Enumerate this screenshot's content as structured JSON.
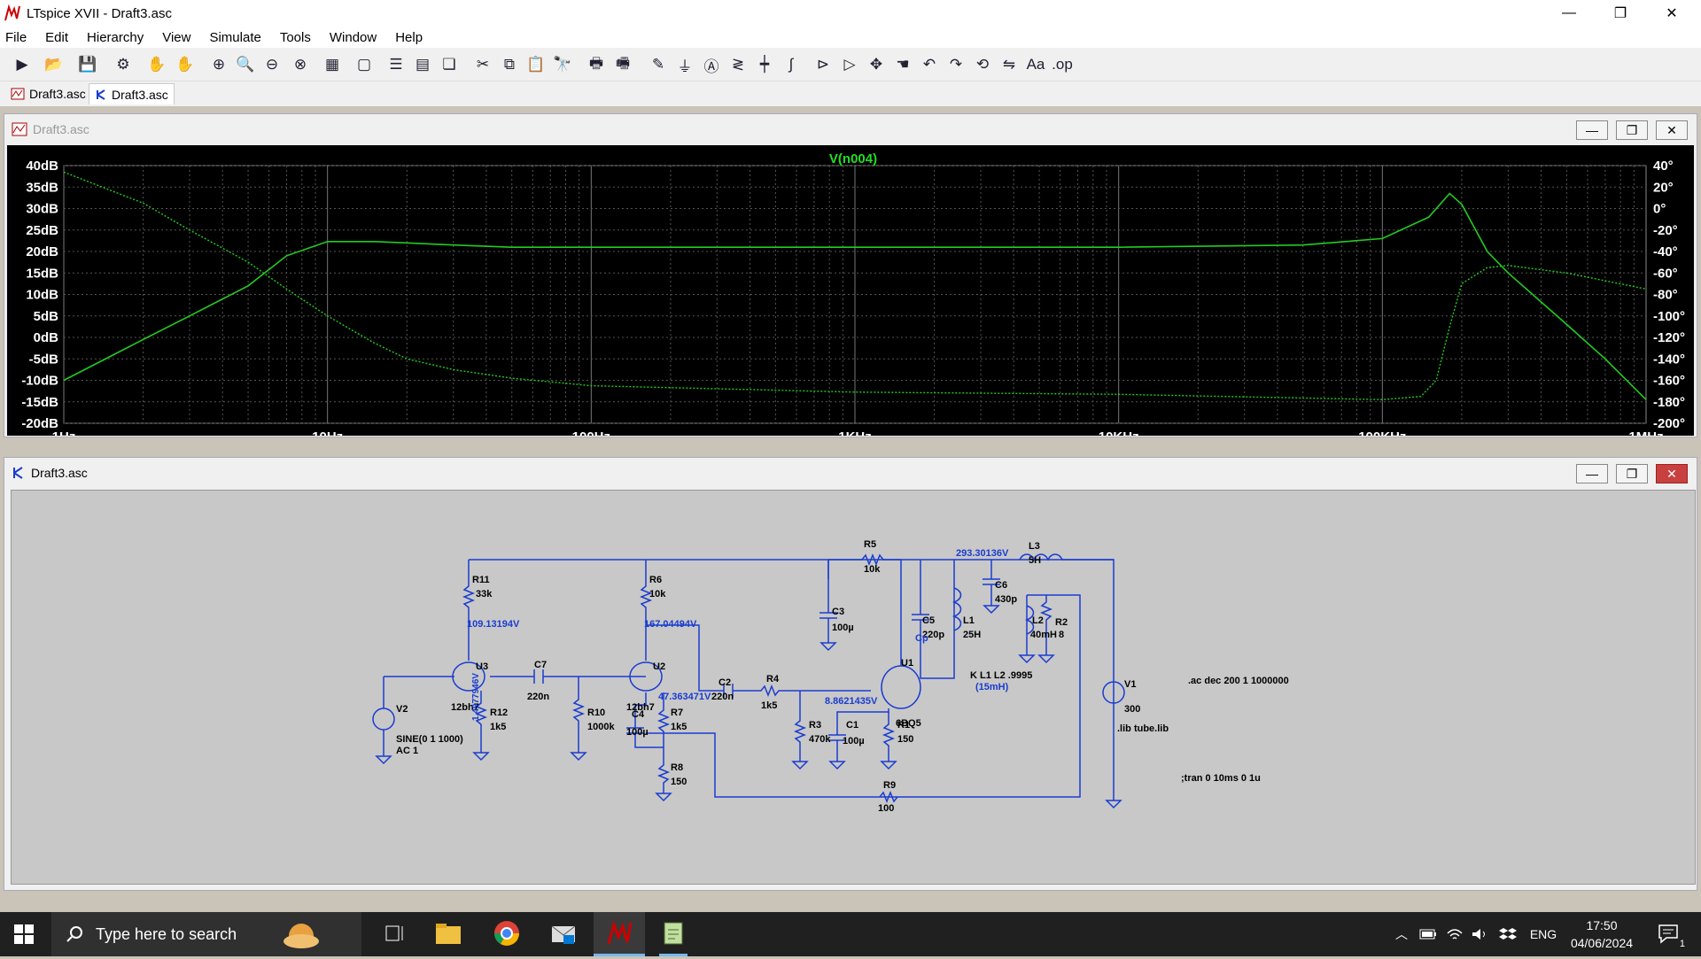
{
  "app": {
    "title": "LTspice XVII - Draft3.asc"
  },
  "window_controls": {
    "minimize": "—",
    "restore": "❐",
    "close": "✕"
  },
  "menu": [
    "File",
    "Edit",
    "Hierarchy",
    "View",
    "Simulate",
    "Tools",
    "Window",
    "Help"
  ],
  "toolbar_icons": [
    "run-icon",
    "open-icon",
    "save-icon",
    "control-panel-icon",
    "halt-icon",
    "pan-icon",
    "zoom-in-icon",
    "zoom-area-icon",
    "zoom-out-icon",
    "zoom-fit-icon",
    "autorange-icon",
    "markers-icon",
    "tile-h-icon",
    "tile-v-icon",
    "cascade-icon",
    "cut-icon",
    "copy-icon",
    "paste-icon",
    "find-icon",
    "print-icon",
    "print-preview-icon",
    "draw-wire-icon",
    "ground-icon",
    "label-net-icon",
    "resistor-icon",
    "capacitor-icon",
    "inductor-icon",
    "diode-icon",
    "component-icon",
    "move-icon",
    "drag-icon",
    "undo-icon",
    "redo-icon",
    "rotate-icon",
    "mirror-icon",
    "text-icon",
    "spice-directive-icon"
  ],
  "tabs": [
    {
      "label": "Draft3.asc",
      "icon": "waveform-icon"
    },
    {
      "label": "Draft3.asc",
      "icon": "schematic-icon"
    }
  ],
  "plot_window": {
    "title": "Draft3.asc",
    "trace_name": "V(n004)",
    "colors": {
      "background": "#000000",
      "trace": "#22cc22",
      "grid": "#666666",
      "text": "#ffffff",
      "trace_label": "#22dd22"
    }
  },
  "chart_data": {
    "type": "line",
    "title": "V(n004)",
    "x_scale": "log",
    "x_ticks": [
      "1Hz",
      "10Hz",
      "100Hz",
      "1KHz",
      "10KHz",
      "100KHz",
      "1MHz"
    ],
    "y_ticks_left": [
      "40dB",
      "35dB",
      "30dB",
      "25dB",
      "20dB",
      "15dB",
      "10dB",
      "5dB",
      "0dB",
      "-5dB",
      "-10dB",
      "-15dB",
      "-20dB"
    ],
    "y_ticks_right": [
      "40°",
      "20°",
      "0°",
      "-20°",
      "-40°",
      "-60°",
      "-80°",
      "-100°",
      "-120°",
      "-140°",
      "-160°",
      "-180°",
      "-200°"
    ],
    "xlim": [
      1,
      1000000
    ],
    "ylim_left": [
      -20,
      40
    ],
    "ylim_right": [
      -200,
      40
    ],
    "grid": true,
    "series": [
      {
        "name": "V(n004)",
        "style": "solid",
        "axis": "left",
        "x": [
          1,
          2,
          3,
          5,
          7,
          10,
          15,
          20,
          30,
          50,
          100,
          1000,
          10000,
          50000,
          100000,
          150000,
          180000,
          200000,
          250000,
          300000,
          500000,
          700000,
          1000000
        ],
        "values": [
          -10,
          -0.5,
          5,
          12,
          19,
          22.3,
          22.3,
          22,
          21.5,
          21,
          21,
          21,
          21,
          21.5,
          23,
          28,
          33.5,
          31,
          20,
          15,
          3,
          -5,
          -14.5
        ]
      },
      {
        "name": "phase",
        "style": "dotted",
        "axis": "right",
        "x": [
          1,
          2,
          3,
          5,
          7,
          10,
          15,
          20,
          30,
          50,
          100,
          1000,
          10000,
          100000,
          140000,
          160000,
          180000,
          200000,
          250000,
          300000,
          500000,
          1000000
        ],
        "values": [
          34,
          5,
          -20,
          -50,
          -75,
          -100,
          -125,
          -140,
          -150,
          -158,
          -165,
          -171,
          -173,
          -178,
          -175,
          -160,
          -110,
          -70,
          -55,
          -53,
          -60,
          -75
        ]
      }
    ]
  },
  "schematic_window": {
    "title": "Draft3.asc",
    "colors": {
      "background": "#c8c8c8",
      "wire": "#1a3cd0",
      "text": "#000000",
      "label": "#1a3cd0"
    },
    "components": [
      {
        "ref": "R11",
        "value": "33k"
      },
      {
        "ref": "R6",
        "value": "10k"
      },
      {
        "ref": "R5",
        "value": "10k"
      },
      {
        "ref": "C3",
        "value": "100µ"
      },
      {
        "ref": "C5",
        "value": "220p"
      },
      {
        "ref": "L1",
        "value": "25H"
      },
      {
        "ref": "C6",
        "value": "430p"
      },
      {
        "ref": "L3",
        "value": "5H"
      },
      {
        "ref": "L2",
        "value": "40mH"
      },
      {
        "ref": "R2",
        "value": "8"
      },
      {
        "ref": "U3",
        "value": "12bh7"
      },
      {
        "ref": "C7",
        "value": "220n"
      },
      {
        "ref": "U2",
        "value": "12bh7"
      },
      {
        "ref": "C2",
        "value": "220n"
      },
      {
        "ref": "R4",
        "value": "1k5"
      },
      {
        "ref": "U1",
        "value": "6BQ5"
      },
      {
        "ref": "V1",
        "value": "300"
      },
      {
        "ref": "V2",
        "value": "SINE(0 1 1000)"
      },
      {
        "ref": "R12",
        "value": "1k5"
      },
      {
        "ref": "R10",
        "value": "1000k"
      },
      {
        "ref": "C4",
        "value": "100µ"
      },
      {
        "ref": "R7",
        "value": "1k5"
      },
      {
        "ref": "R8",
        "value": "150"
      },
      {
        "ref": "R3",
        "value": "470k"
      },
      {
        "ref": "C1",
        "value": "100µ"
      },
      {
        "ref": "R1",
        "value": "150"
      },
      {
        "ref": "R9",
        "value": "100"
      }
    ],
    "v2_ac": "AC 1",
    "node_voltages": [
      "293.30136V",
      "109.13194V",
      "167.04494V",
      "47.363471V",
      "8.8621435V",
      "1.4977946V"
    ],
    "net_label": "Cp",
    "coupling": "K L1 L2 .9995",
    "coupling_note": "(15mH)",
    "directives": [
      ".ac dec 200 1 1000000",
      ".lib tube.lib",
      ";tran 0 10ms 0 1u"
    ]
  },
  "taskbar": {
    "search_placeholder": "Type here to search",
    "language": "ENG",
    "time": "17:50",
    "date": "04/06/2024",
    "notification_count": "1"
  }
}
